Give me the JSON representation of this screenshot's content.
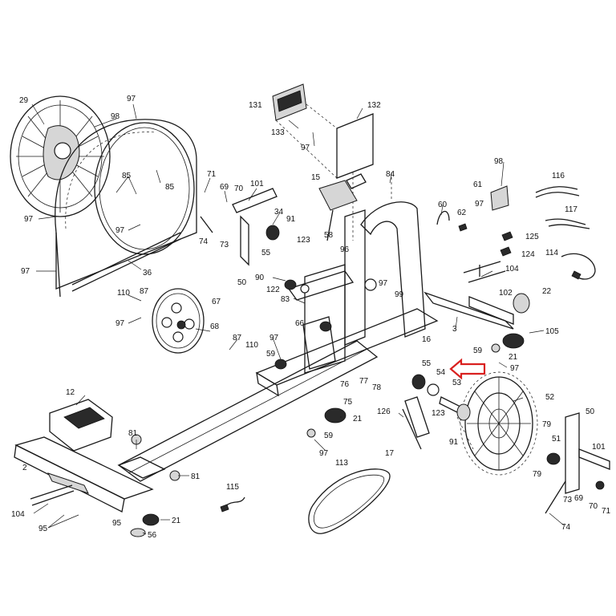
{
  "highlight_color": "#d9201f",
  "labels": {
    "l29": "29",
    "l97a": "97",
    "l98a": "98",
    "l85a": "85",
    "l85b": "85",
    "l97b": "97",
    "l97c": "97",
    "l97d": "97",
    "l36": "36",
    "l71": "71",
    "l69": "69",
    "l70": "70",
    "l101a": "101",
    "l74a": "74",
    "l73a": "73",
    "l50a": "50",
    "l34": "34",
    "l91a": "91",
    "l123a": "123",
    "l55a": "55",
    "l58": "58",
    "l131": "131",
    "l132": "132",
    "l133": "133",
    "l97e": "97",
    "l15": "15",
    "l84": "84",
    "l96": "96",
    "l60": "60",
    "l62": "62",
    "l97f": "97",
    "l61": "61",
    "l98b": "98",
    "l116": "116",
    "l117": "117",
    "l125": "125",
    "l124": "124",
    "l114": "114",
    "l104a": "104",
    "l90": "90",
    "l122": "122",
    "l83": "83",
    "l97g": "97",
    "l99": "99",
    "l102": "102",
    "l22": "22",
    "l110a": "110",
    "l87a": "87",
    "l97h": "97",
    "l67": "67",
    "l68": "68",
    "l87b": "87",
    "l110b": "110",
    "l3": "3",
    "l105": "105",
    "l66": "66",
    "l97i": "97",
    "l59a": "59",
    "l16": "16",
    "l59b": "59",
    "l21a": "21",
    "l55b": "55",
    "l54": "54",
    "l97j": "97",
    "l53": "53",
    "l76": "76",
    "l77": "77",
    "l78": "78",
    "l75": "75",
    "l52": "52",
    "l12": "12",
    "l126": "126",
    "l123b": "123",
    "l91b": "91",
    "l21b": "21",
    "l81a": "81",
    "l59c": "59",
    "l97k": "97",
    "l17": "17",
    "l79a": "79",
    "l51": "51",
    "l50b": "50",
    "l101b": "101",
    "l2": "2",
    "l113": "113",
    "l81b": "81",
    "l79b": "79",
    "l73b": "73",
    "l69b": "69",
    "l70b": "70",
    "l71b": "71",
    "l104b": "104",
    "l115": "115",
    "l95a": "95",
    "l95b": "95",
    "l21c": "21",
    "l56": "56",
    "l74b": "74"
  }
}
